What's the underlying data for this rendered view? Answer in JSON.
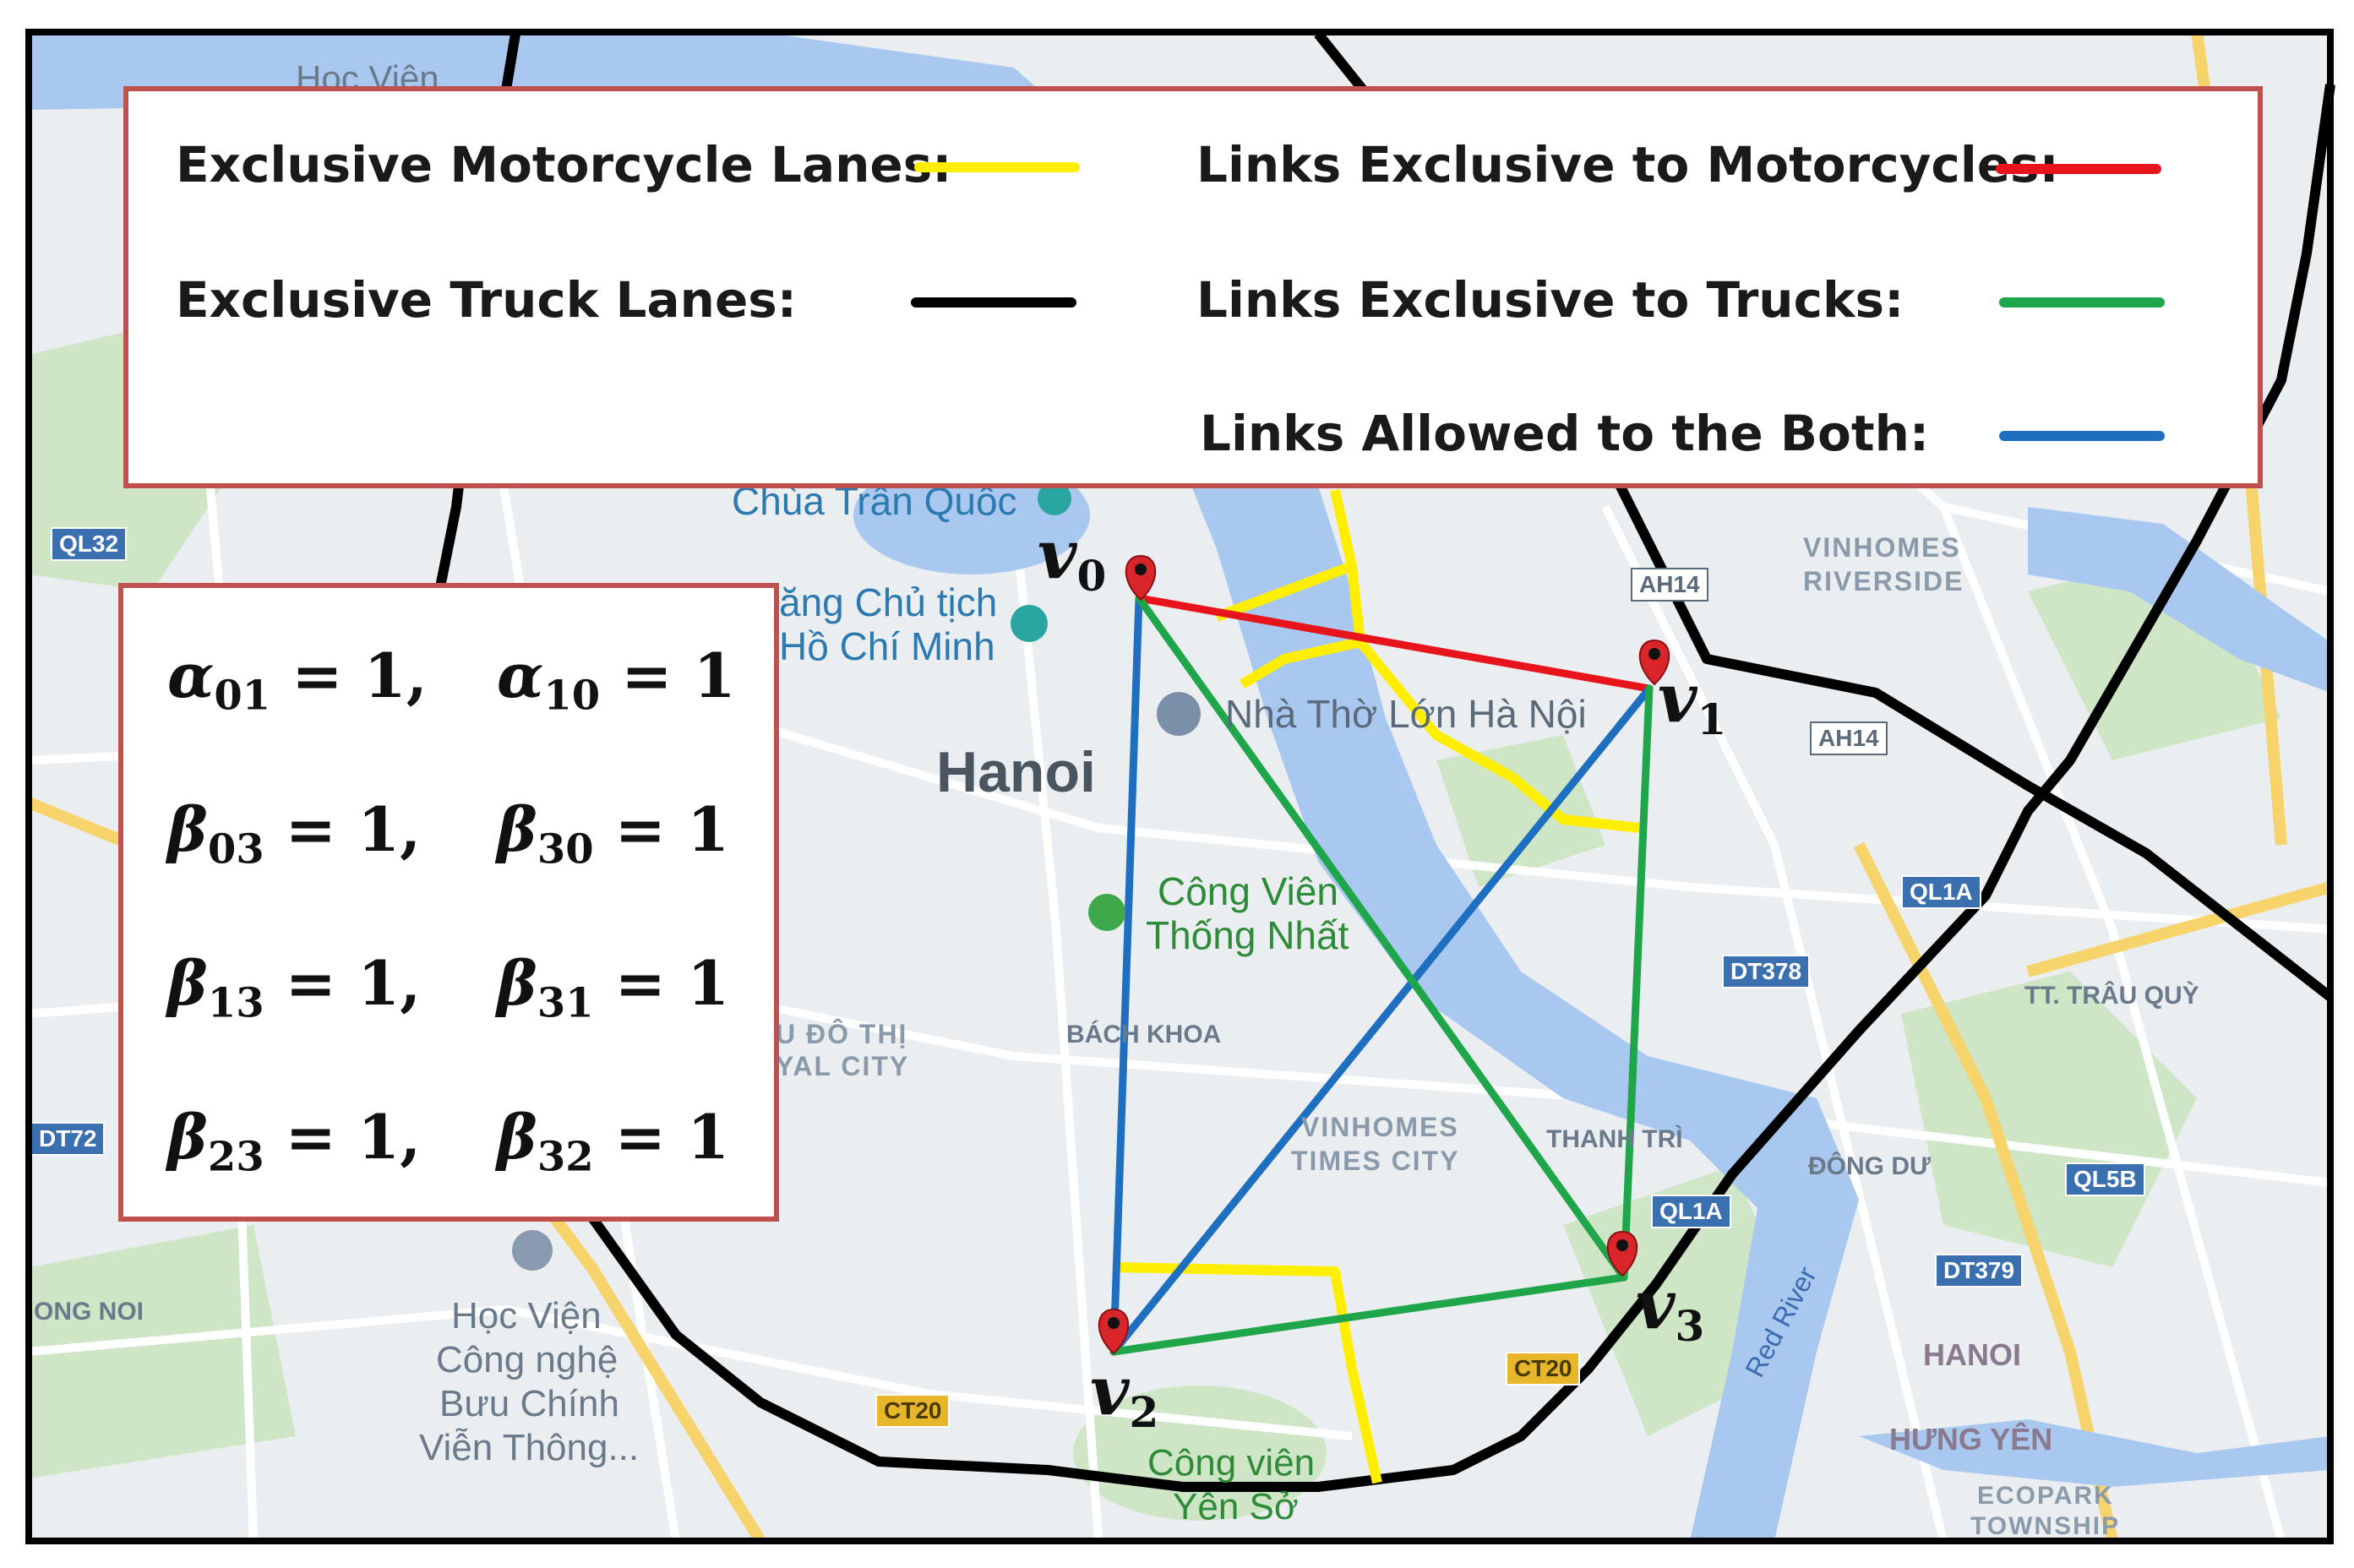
{
  "legend": {
    "items": [
      {
        "label": "Exclusive Motorcycle Lanes:",
        "color": "#ffee00"
      },
      {
        "label": "Exclusive Truck Lanes:",
        "color": "#000000"
      },
      {
        "label": "Links Exclusive to Motorcycles:",
        "color": "#e8141b"
      },
      {
        "label": "Links Exclusive to Trucks:",
        "color": "#1fa64a"
      },
      {
        "label": "Links Allowed to the Both:",
        "color": "#1f6fc0"
      }
    ]
  },
  "equations": [
    {
      "sym": "α",
      "sub": "01",
      "rest": " = 1,"
    },
    {
      "sym": "α",
      "sub": "10",
      "rest": " = 1"
    },
    {
      "sym": "β",
      "sub": "03",
      "rest": " = 1,"
    },
    {
      "sym": "β",
      "sub": "30",
      "rest": " = 1"
    },
    {
      "sym": "β",
      "sub": "13",
      "rest": " = 1,"
    },
    {
      "sym": "β",
      "sub": "31",
      "rest": " = 1"
    },
    {
      "sym": "β",
      "sub": "23",
      "rest": " = 1,"
    },
    {
      "sym": "β",
      "sub": "32",
      "rest": " = 1"
    }
  ],
  "nodes": [
    {
      "sym": "v",
      "sub": "0"
    },
    {
      "sym": "v",
      "sub": "1"
    },
    {
      "sym": "v",
      "sub": "2"
    },
    {
      "sym": "v",
      "sub": "3"
    }
  ],
  "map_labels": {
    "hanoi": "Hanoi",
    "chua_tran_quoc": "Chùa Trấn Quốc",
    "lang_chu_tich_1": "ăng Chủ tịch",
    "lang_chu_tich_2": "Hồ Chí Minh",
    "nha_tho": "Nhà Thờ Lớn Hà Nội",
    "cong_vien_1": "Công Viên",
    "cong_vien_2": "Thống Nhất",
    "bach_khoa": "BÁCH KHOA",
    "vinhomes_riverside_1": "VINHOMES",
    "vinhomes_riverside_2": "RIVERSIDE",
    "vinhomes_times_1": "VINHOMES",
    "vinhomes_times_2": "TIMES CITY",
    "thanh_tri": "THANH TRÌ",
    "dong_du": "ĐÔNG DƯ",
    "trau_quy": "TT. TRÂU QUỲ",
    "hoc_vien_1": "Học Viện",
    "hoc_vien_2": "Công nghệ",
    "hoc_vien_3": "Bưu Chính",
    "hoc_vien_4": "Viễn Thông...",
    "hanoi_small": "HANOI",
    "hung_yen": "HƯNG YÊN",
    "ecopark_1": "ECOPARK",
    "ecopark_2": "TOWNSHIP",
    "red_river": "Red River",
    "cong_vien_yen_so_1": "Công viên",
    "cong_vien_yen_so_2": "Yên Sở",
    "do_thi_1": "U ĐÔ THỊ",
    "do_thi_2": "YAL CITY",
    "ong_noi": "ONG NOI",
    "hoc_vien_top": "Học Viện"
  },
  "shields": {
    "ql32": "QL32",
    "ah14_a": "AH14",
    "ah14_b": "AH14",
    "ql1a_a": "QL1A",
    "dt378": "DT378",
    "ql1a_b": "QL1A",
    "ql5b": "QL5B",
    "dt379": "DT379",
    "dt72": "DT72",
    "ct20": "CT20",
    "ct20_b": "CT20"
  },
  "colors": {
    "motorcycle_lane": "#ffee00",
    "truck_lane": "#000000",
    "moto_link": "#e8141b",
    "truck_link": "#1fa64a",
    "both_link": "#1f6fc0",
    "pin": "#d8262b",
    "border": "#c0504d",
    "river": "#a9c8f0",
    "land": "#eceff1",
    "green": "#cfe6c6"
  }
}
